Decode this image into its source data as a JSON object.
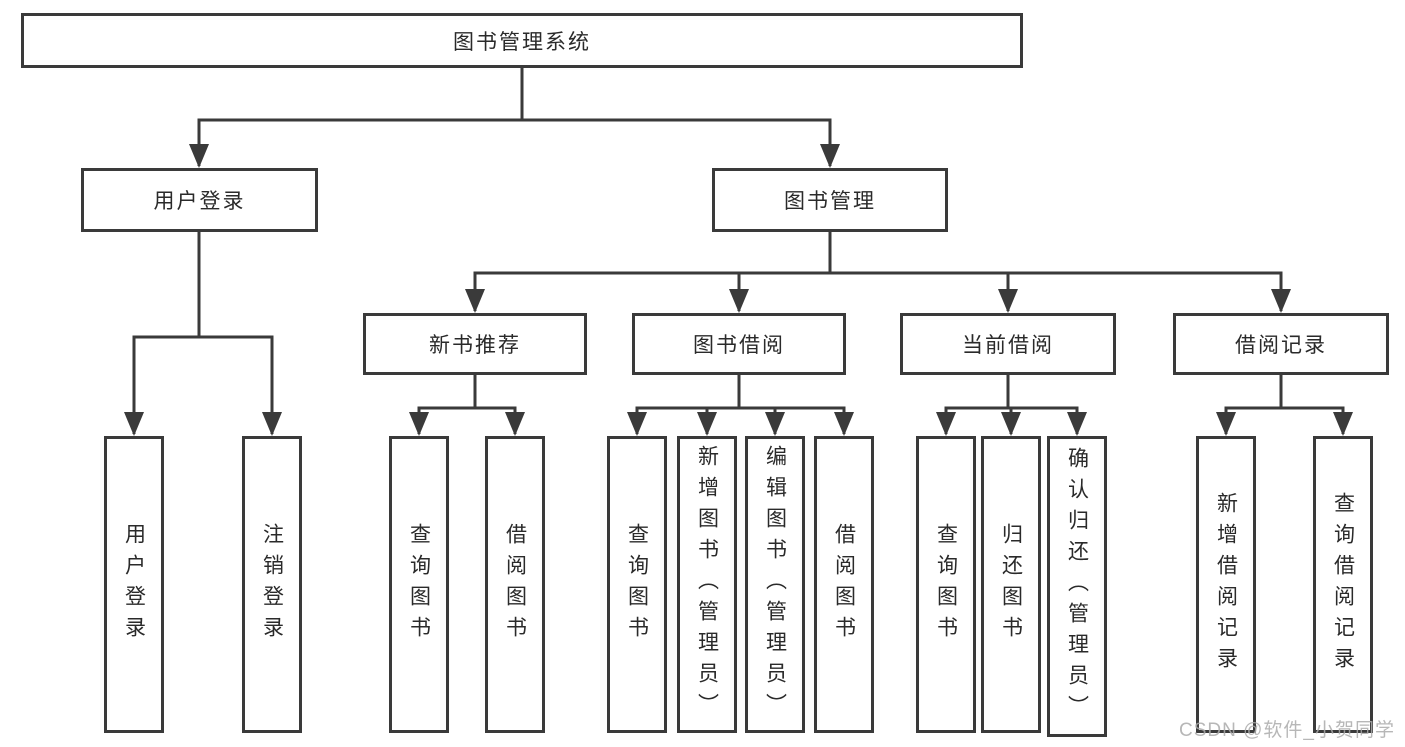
{
  "tree": {
    "label": "图书管理系统",
    "children": [
      {
        "label": "用户登录",
        "children": [
          {
            "label": "用户登录"
          },
          {
            "label": "注销登录"
          }
        ]
      },
      {
        "label": "图书管理",
        "children": [
          {
            "label": "新书推荐",
            "children": [
              {
                "label": "查询图书"
              },
              {
                "label": "借阅图书"
              }
            ]
          },
          {
            "label": "图书借阅",
            "children": [
              {
                "label": "查询图书"
              },
              {
                "label": "新增图书（管理员）"
              },
              {
                "label": "编辑图书（管理员）"
              },
              {
                "label": "借阅图书"
              }
            ]
          },
          {
            "label": "当前借阅",
            "children": [
              {
                "label": "查询图书"
              },
              {
                "label": "归还图书"
              },
              {
                "label": "确认归还（管理员）"
              }
            ]
          },
          {
            "label": "借阅记录",
            "children": [
              {
                "label": "新增借阅记录"
              },
              {
                "label": "查询借阅记录"
              }
            ]
          }
        ]
      }
    ]
  },
  "watermark": "CSDN @软件_小贺同学",
  "colors": {
    "bg": "#ffffff",
    "line": "#3a3a3a",
    "box_border": "#3a3a3a",
    "box_fill": "#ffffff",
    "text": "#2a2a2a",
    "watermark": "#ababab"
  }
}
